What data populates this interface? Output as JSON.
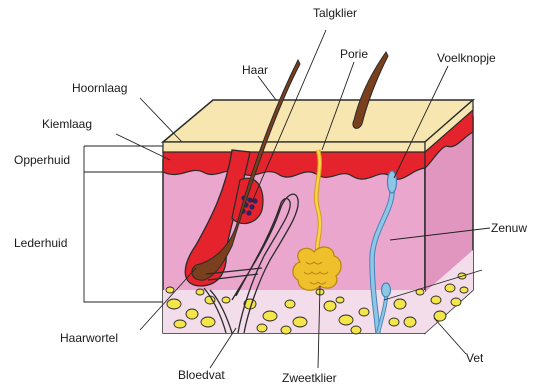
{
  "labels": {
    "talgklier": "Talgklier",
    "haar": "Haar",
    "porie": "Porie",
    "voelknopje": "Voelknopje",
    "hoornlaag": "Hoornlaag",
    "kiemlaag": "Kiemlaag",
    "opperhuid": "Opperhuid",
    "lederhuid": "Lederhuid",
    "zenuw": "Zenuw",
    "haarwortel": "Haarwortel",
    "bloedvat": "Bloedvat",
    "zweetklier": "Zweetklier",
    "vet": "Vet"
  },
  "colors": {
    "horny_layer": "#f7e6b0",
    "germ_layer": "#e4232c",
    "dermis": "#eaa6cc",
    "dermis_side": "#e196c0",
    "fat": "#f4e54a",
    "hair": "#7a3f1d",
    "sweat_gland": "#f0c02c",
    "nerve": "#8ec6e6",
    "outline": "#2a2a2a"
  }
}
